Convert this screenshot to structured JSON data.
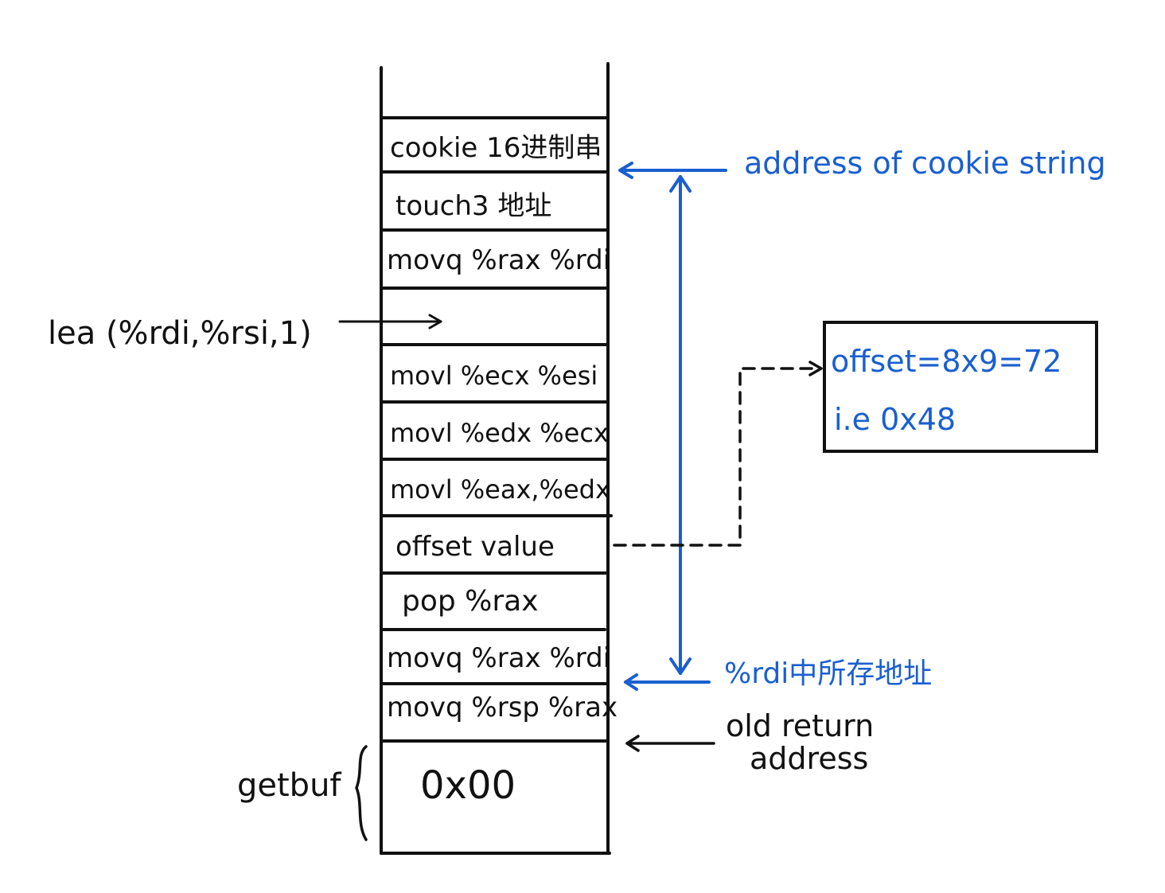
{
  "stack": {
    "cells": [
      {
        "text": "cookie 16进制串"
      },
      {
        "text": "touch3 地址"
      },
      {
        "text": "movq %rax %rdi"
      },
      {
        "text": ""
      },
      {
        "text": "movl %ecx %esi"
      },
      {
        "text": "movl %edx %ecx"
      },
      {
        "text": "movl %eax,%edx"
      },
      {
        "text": "offset value"
      },
      {
        "text": "pop %rax"
      },
      {
        "text": "movq %rax %rdi"
      },
      {
        "text": "movq %rsp %rax"
      }
    ],
    "getbuf_value": "0x00",
    "getbuf_label": "getbuf"
  },
  "annotations": {
    "lea": "lea (%rdi,%rsi,1)",
    "cookie_address": "address of cookie string",
    "rdi_address": "%rdi中所存地址",
    "old_return_line1": "old return",
    "old_return_line2": "address",
    "offset_box_line1": "offset=8x9=72",
    "offset_box_line2": "i.e  0x48"
  },
  "colors": {
    "ink": "#111111",
    "accent": "#1a5fd0",
    "background": "#ffffff"
  }
}
